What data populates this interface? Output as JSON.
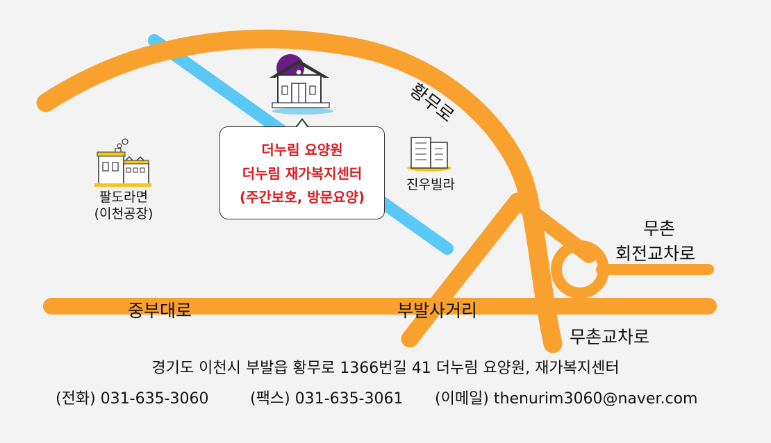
{
  "map": {
    "roads": {
      "hwangmu_ro": "황무로",
      "jungbu_daero": "중부대로",
      "bubal_crossroad": "부발사거리",
      "muchon_rotary": [
        "무촌",
        "회전교차로"
      ],
      "muchon_crossroad": "무촌교차로"
    },
    "landmarks": {
      "paldo": [
        "팔도라면",
        "(이천공장)"
      ],
      "jinwoo": "진우빌라"
    },
    "destination": {
      "lines": [
        "더누림 요양원",
        "더누림 재가복지센터",
        "(주간보호, 방문요양)"
      ]
    }
  },
  "footer": {
    "address": "경기도 이천시 부발읍 황무로 1366번길 41 더누림 요양원, 재가복지센터",
    "phone": "(전화) 031-635-3060",
    "fax": "(팩스) 031-635-3061",
    "email": "(이메일) thenurim3060@naver.com"
  },
  "colors": {
    "road": "#f9a12f",
    "river": "#5ac8f5",
    "highlight": "#d81b20",
    "background": "#f3f3f3",
    "roof": "#6a1d87"
  }
}
